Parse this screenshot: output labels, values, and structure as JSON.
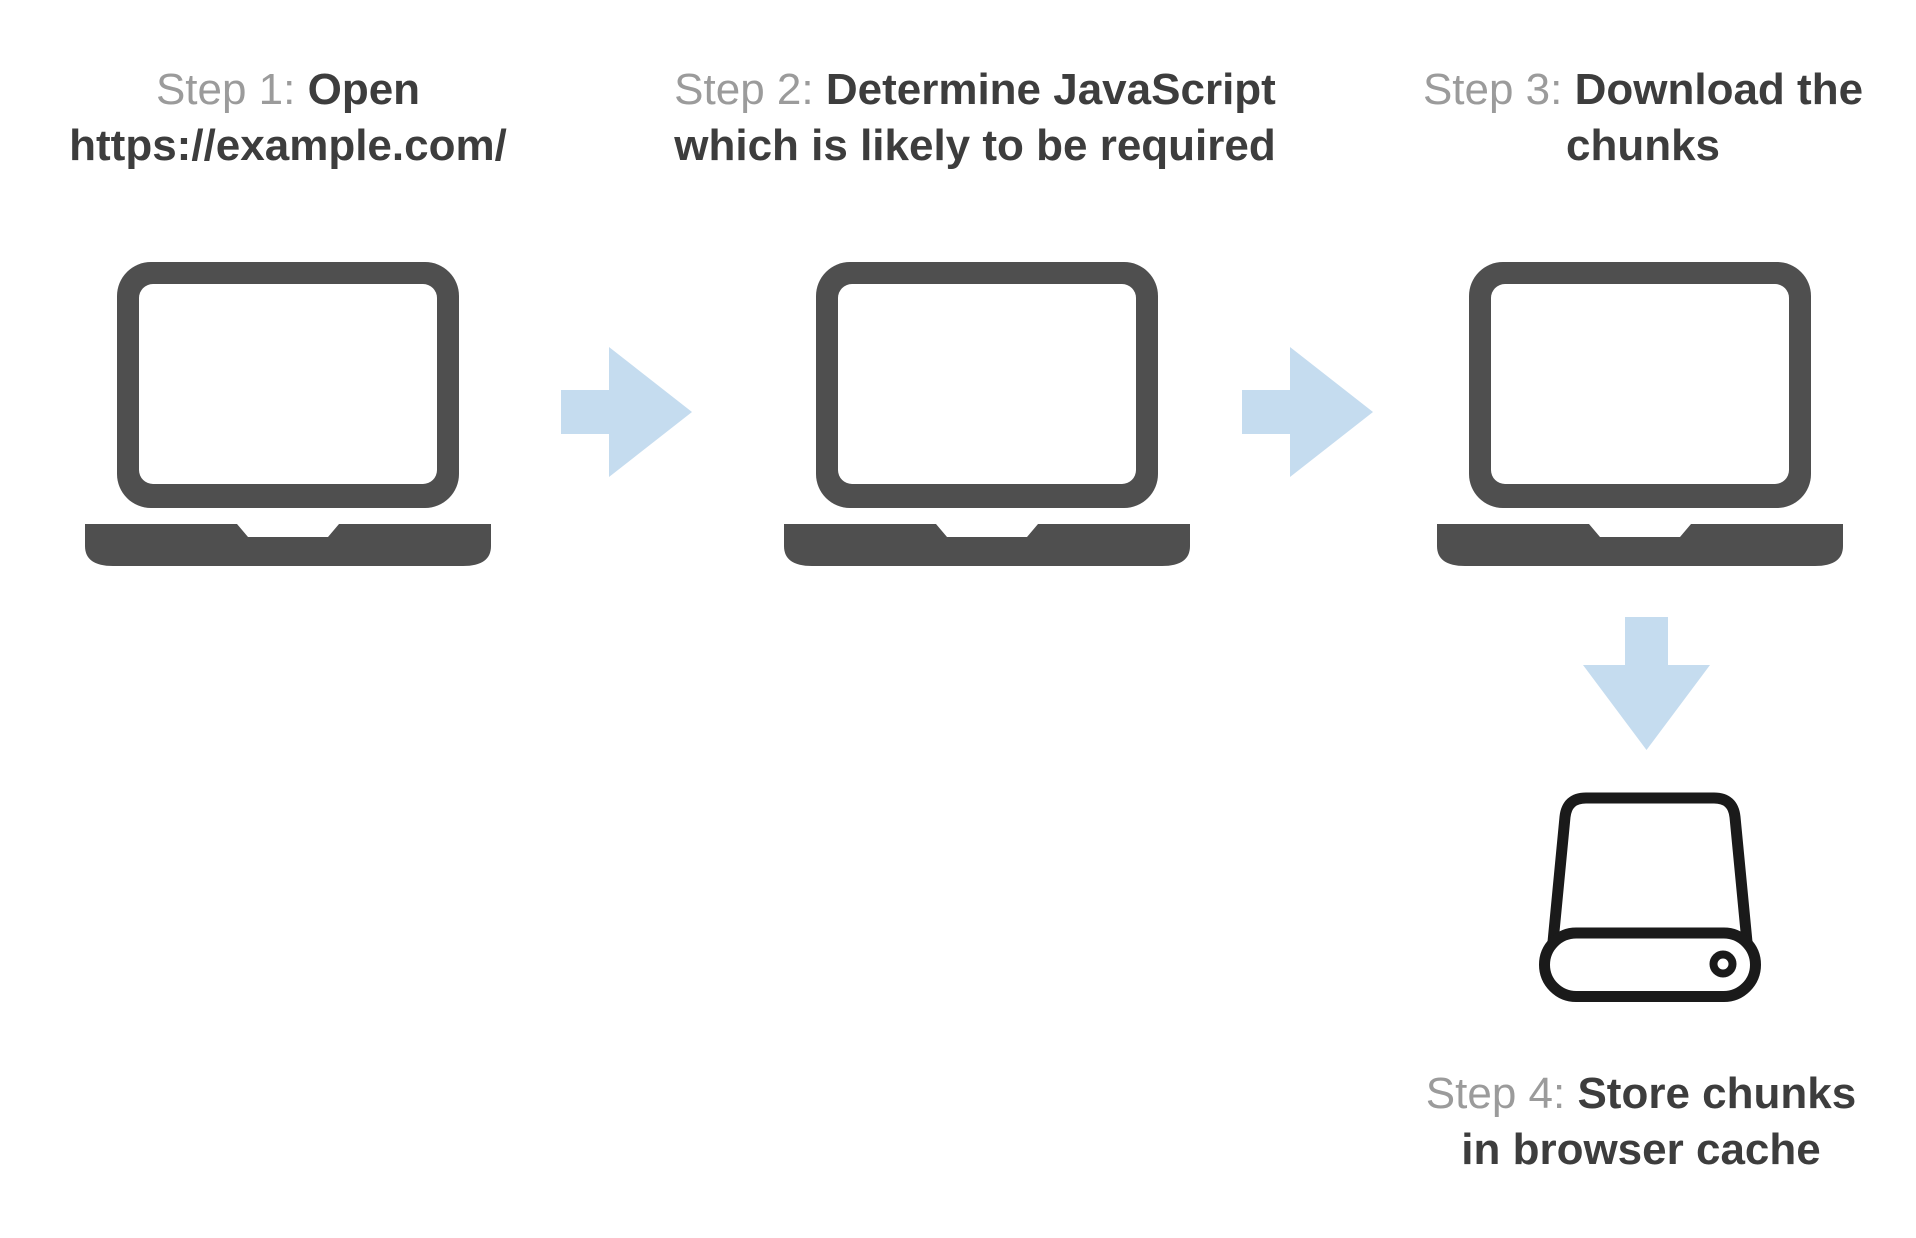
{
  "diagram": {
    "background": "#ffffff",
    "colors": {
      "laptop": "#4f4f4f",
      "arrow": "#c5dcef",
      "step_prefix": "#9b9b9b",
      "step_text": "#3d3d3d",
      "drive": "#1a1a1a",
      "screen_fill": "#ffffff"
    },
    "steps": [
      {
        "prefix": "Step 1: ",
        "line1_bold": "Open",
        "line2_bold": "https://example.com/",
        "icon": "laptop-icon"
      },
      {
        "prefix": "Step 2: ",
        "line1_bold": "Determine JavaScript",
        "line2_bold": "which is likely to be required",
        "icon": "laptop-icon"
      },
      {
        "prefix": "Step 3: ",
        "line1_bold": "Download the",
        "line2_bold": "chunks",
        "icon": "laptop-icon"
      },
      {
        "prefix": "Step 4: ",
        "line1_bold": "Store chunks",
        "line2_bold": "in browser cache",
        "icon": "hard-drive-icon"
      }
    ],
    "connectors": [
      {
        "from": 1,
        "to": 2,
        "direction": "right",
        "icon": "arrow-right-icon"
      },
      {
        "from": 2,
        "to": 3,
        "direction": "right",
        "icon": "arrow-right-icon"
      },
      {
        "from": 3,
        "to": 4,
        "direction": "down",
        "icon": "arrow-down-icon"
      }
    ]
  }
}
